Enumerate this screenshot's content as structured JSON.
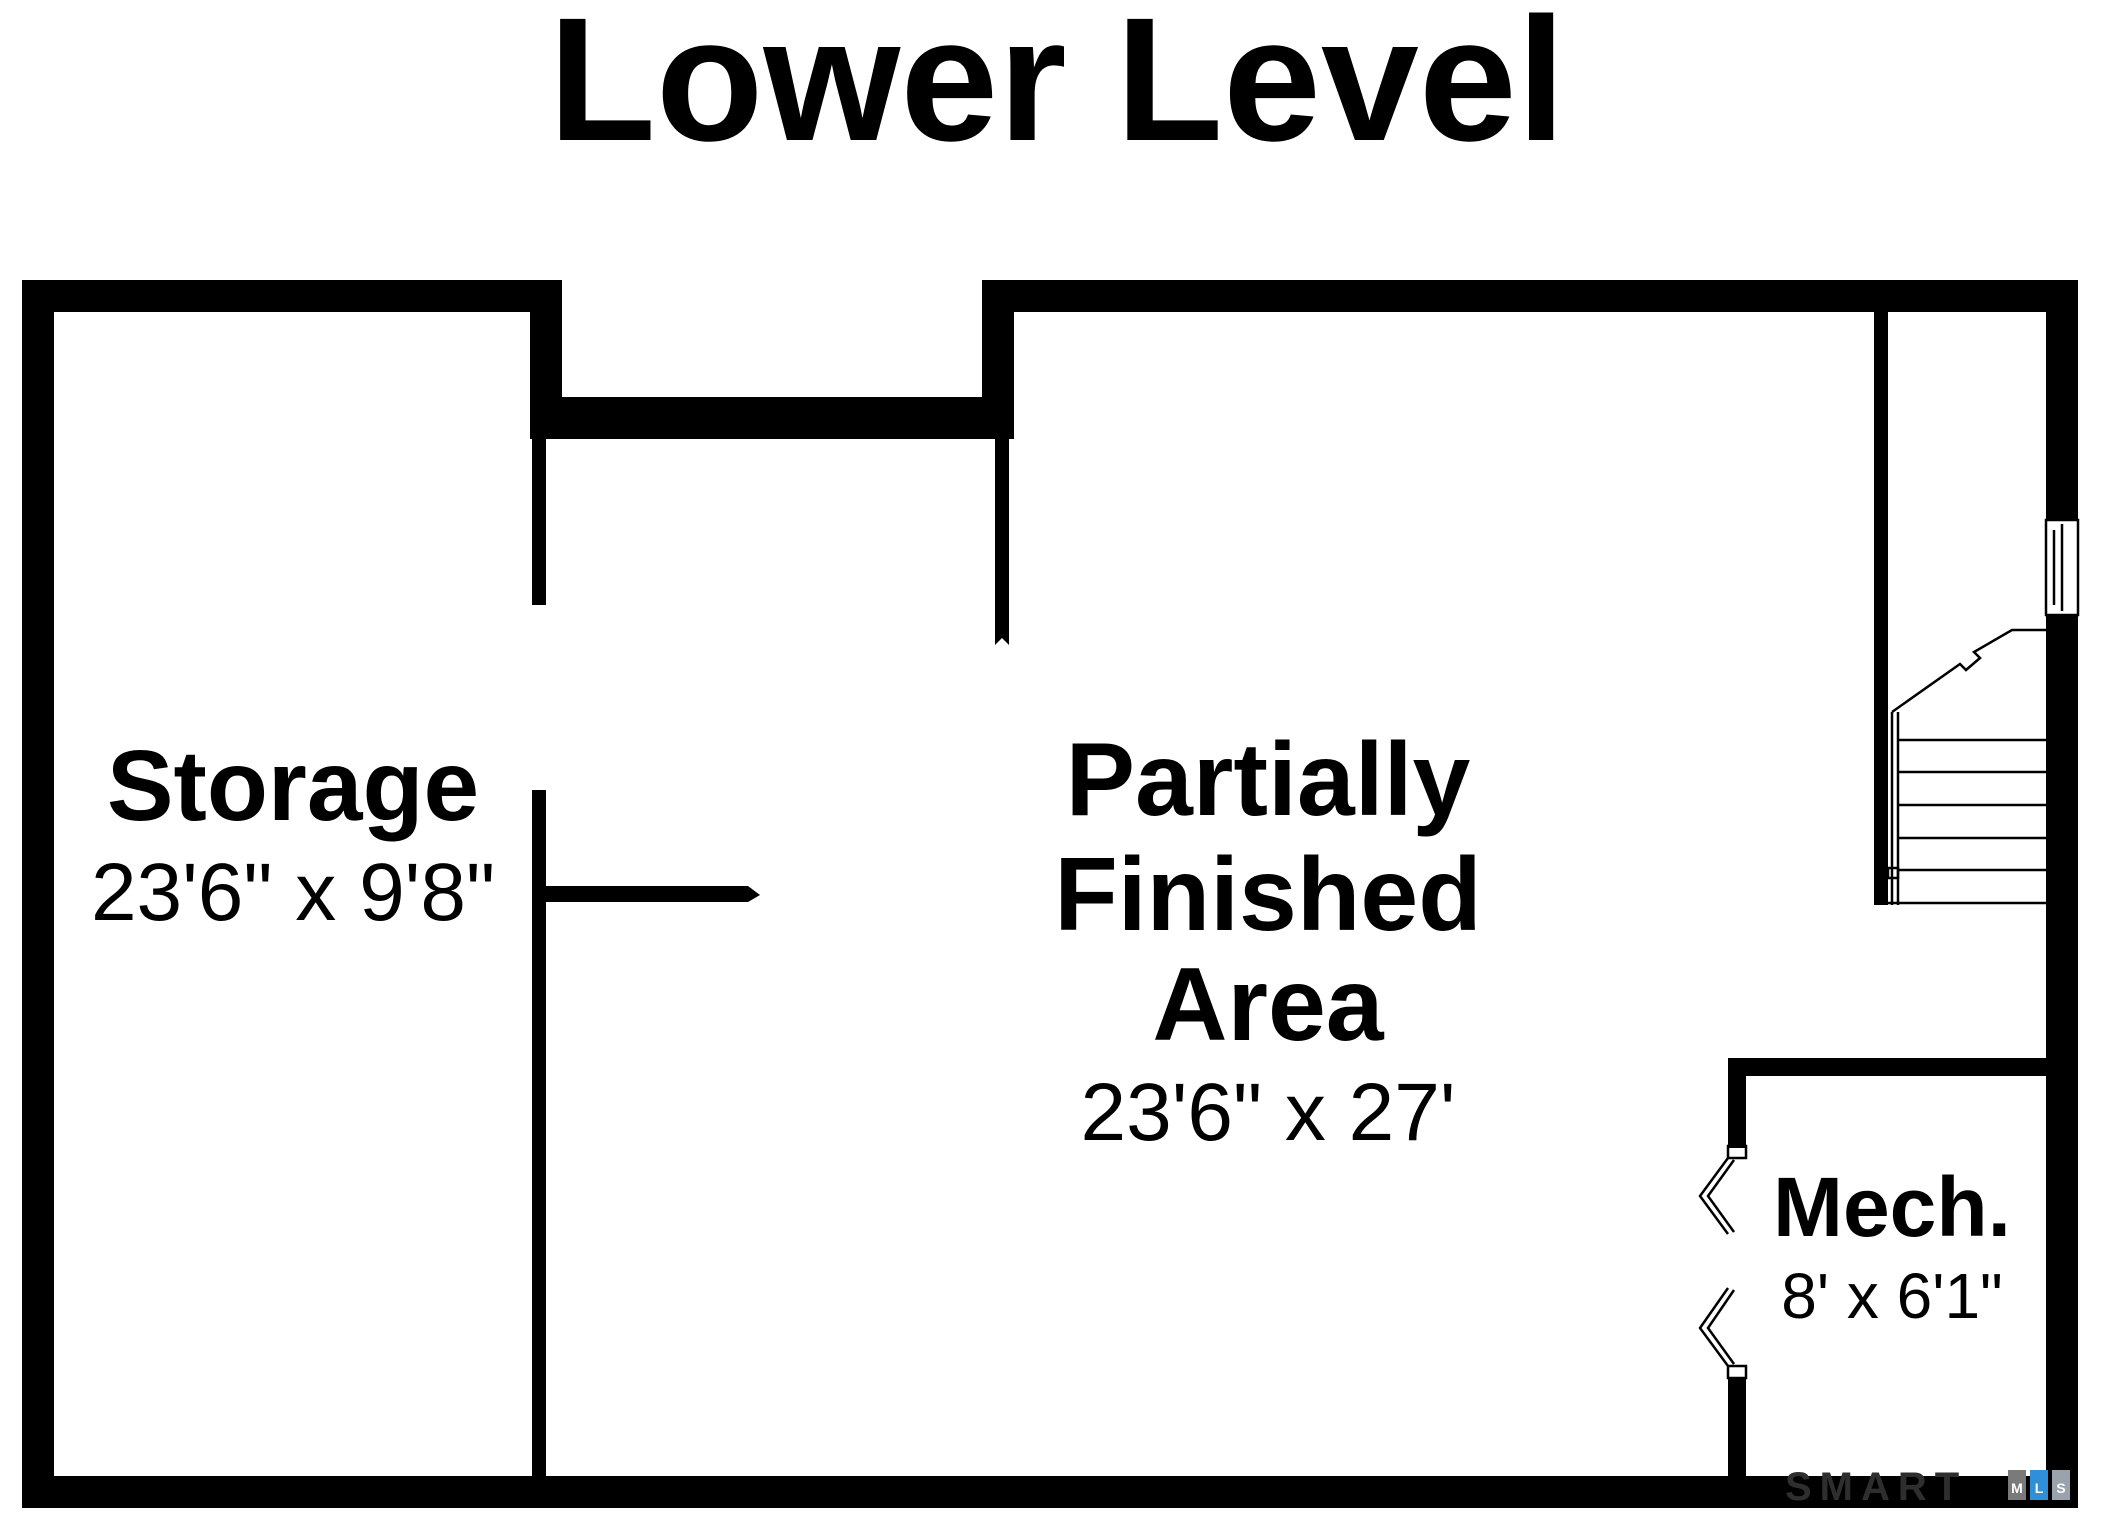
{
  "title": "Lower Level",
  "rooms": {
    "storage": {
      "name": "Storage",
      "dims": "23'6\" x 9'8\""
    },
    "finished": {
      "name_lines": [
        "Partially",
        "Finished",
        "Area"
      ],
      "dims": "23'6\" x 27'"
    },
    "mech": {
      "name": "Mech.",
      "dims": "8' x 6'1\""
    }
  },
  "logo": {
    "text": "SMART",
    "sub": [
      "M",
      "L",
      "S"
    ],
    "colors": [
      "#7a7a7a",
      "#2f8fd8",
      "#9aa3ab"
    ]
  }
}
